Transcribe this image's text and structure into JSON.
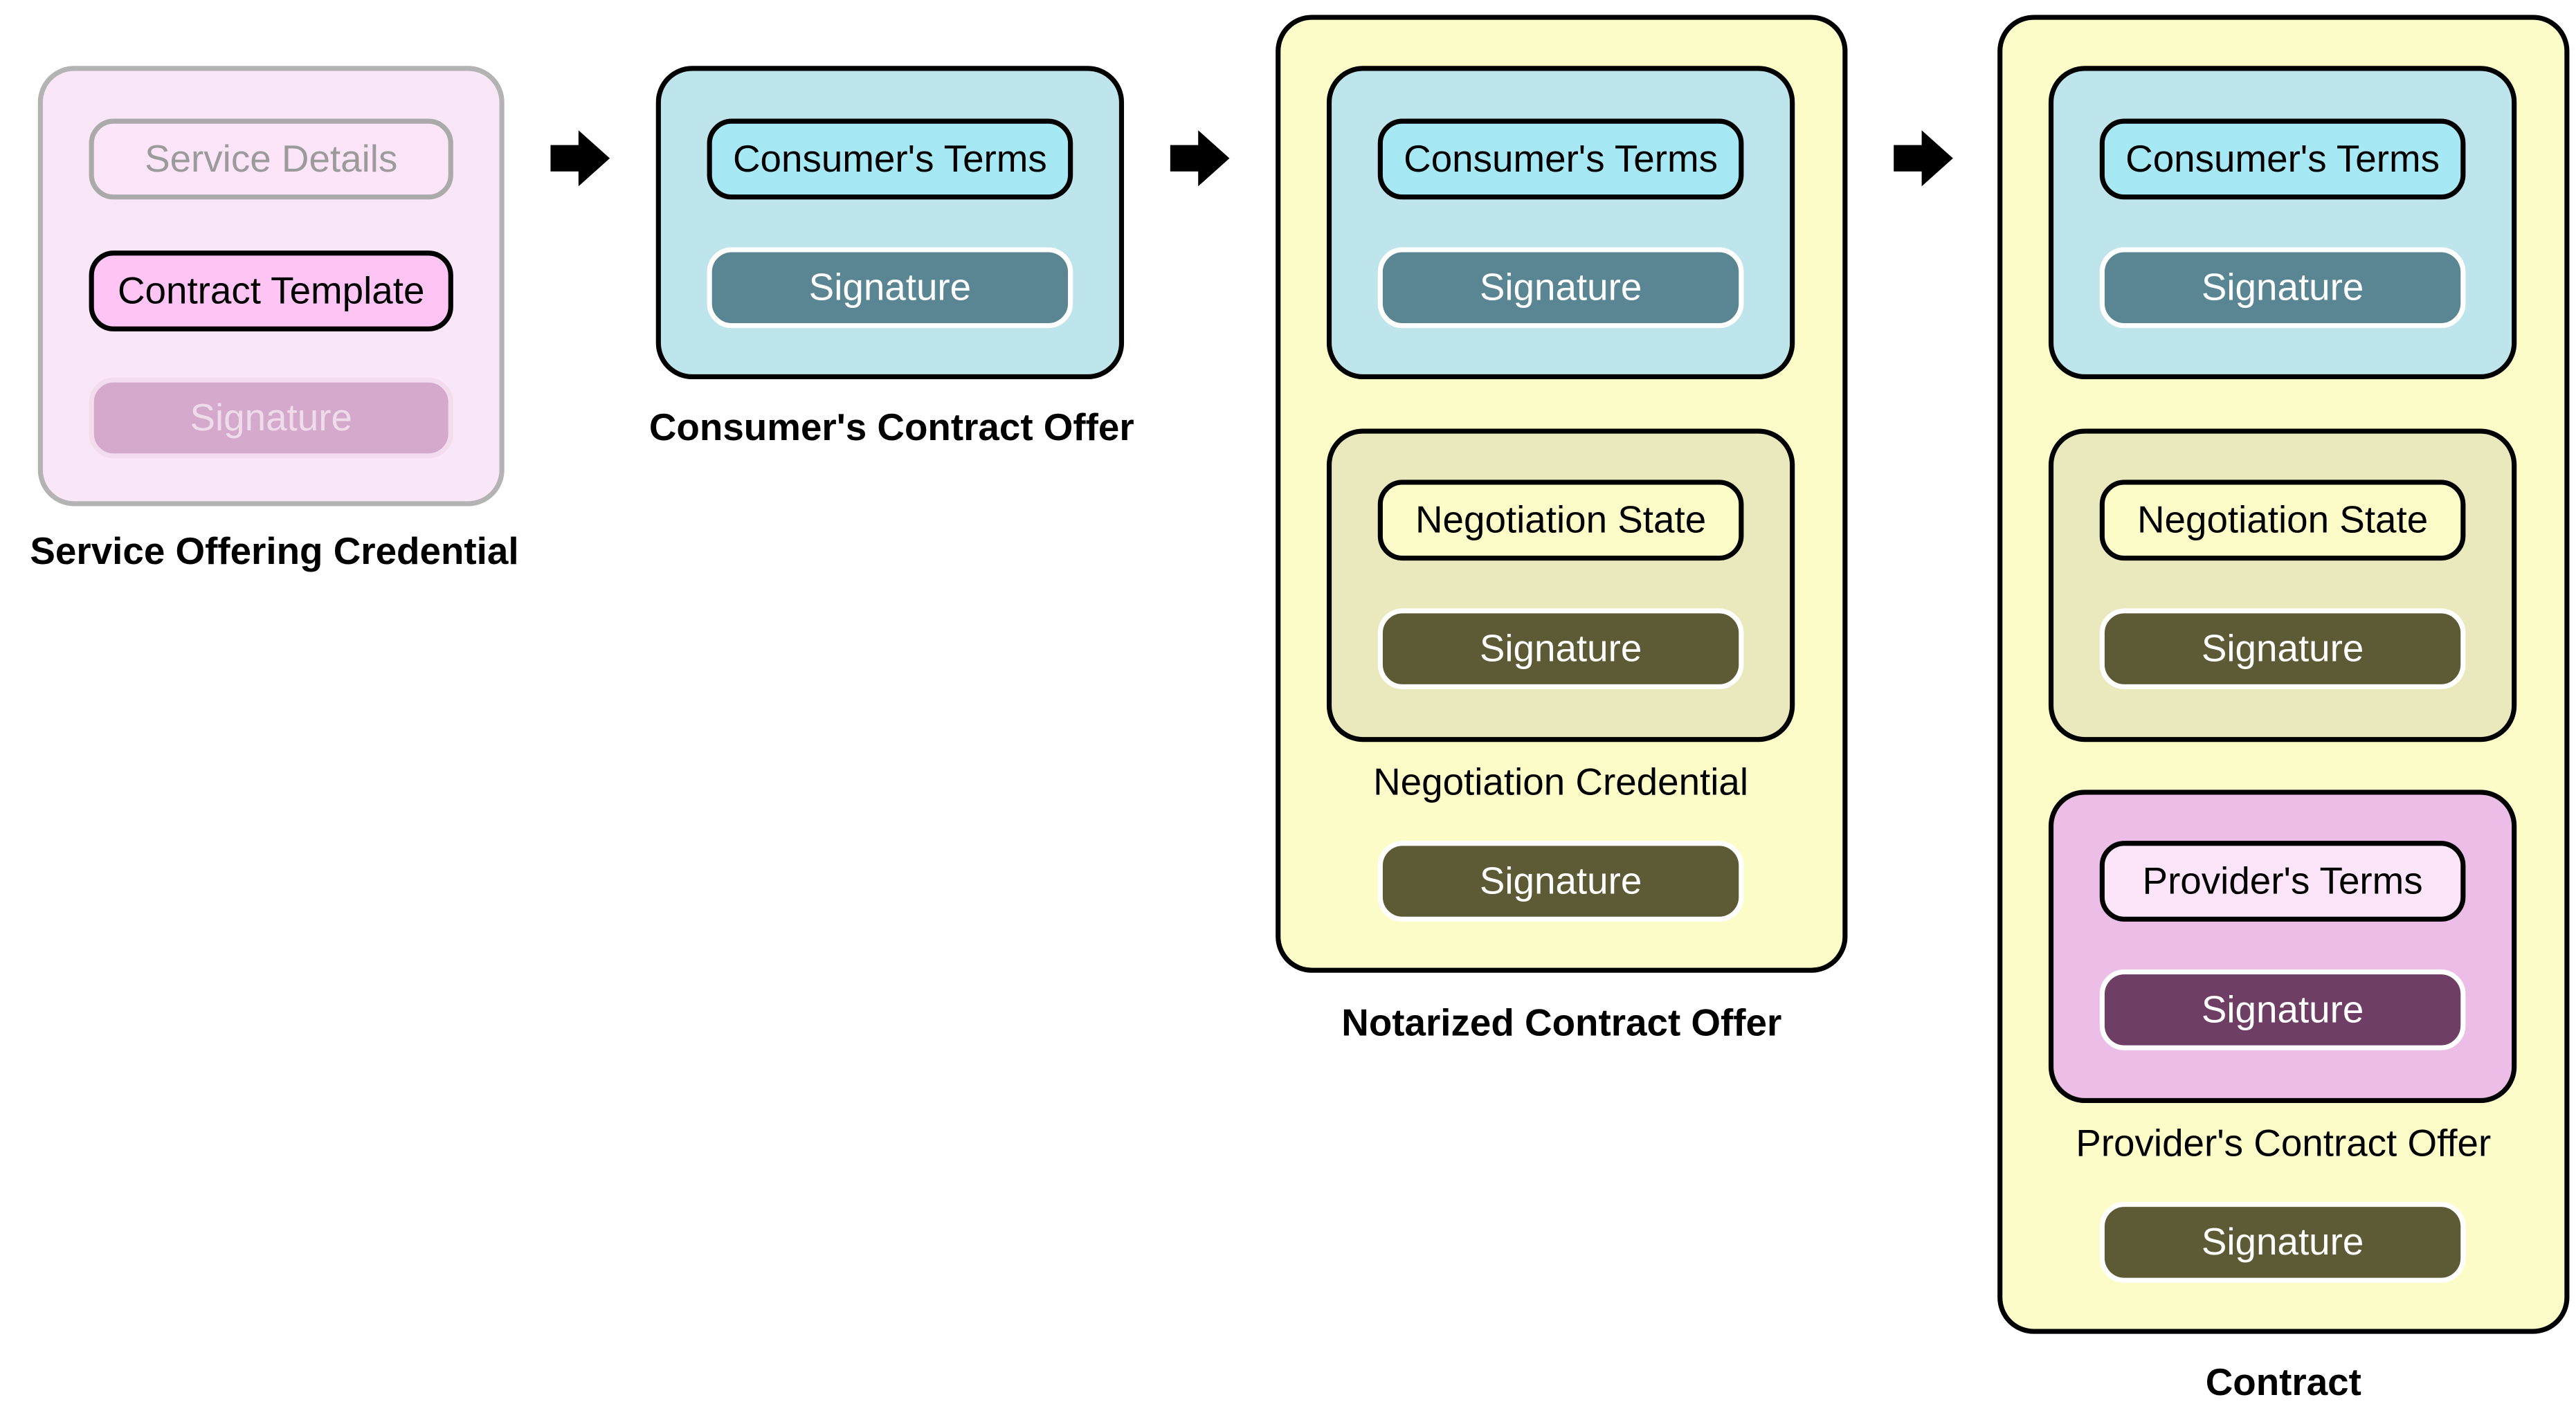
{
  "stages": {
    "service_offering": {
      "service_details": "Service Details",
      "contract_template": "Contract Template",
      "signature": "Signature",
      "caption": "Service Offering Credential"
    },
    "consumer_offer": {
      "consumer_terms": "Consumer's Terms",
      "signature": "Signature",
      "caption": "Consumer's Contract Offer"
    },
    "notarized_offer": {
      "consumer_terms": "Consumer's Terms",
      "consumer_signature": "Signature",
      "negotiation_state": "Negotiation State",
      "negotiation_signature": "Signature",
      "negotiation_caption": "Negotiation Credential",
      "outer_signature": "Signature",
      "caption": "Notarized Contract Offer"
    },
    "contract": {
      "consumer_terms": "Consumer's Terms",
      "consumer_signature": "Signature",
      "negotiation_state": "Negotiation State",
      "negotiation_signature": "Signature",
      "provider_terms": "Provider's Terms",
      "provider_signature": "Signature",
      "provider_caption": "Provider's Contract Offer",
      "outer_signature": "Signature",
      "caption": "Contract"
    }
  },
  "icons": {
    "flow_arrow": "right-arrow-icon"
  },
  "colors": {
    "service_offering_bg": "#f9e6f6",
    "consumer_box_bg": "#bfe5ec",
    "notarized_bg": "#fcfcc8",
    "negotiation_bg": "#e9e9bd",
    "provider_bg": "#ecbde6",
    "teal_signature": "#5a8693",
    "olive_signature": "#5c5b35",
    "plum_signature": "#6e3e64"
  }
}
